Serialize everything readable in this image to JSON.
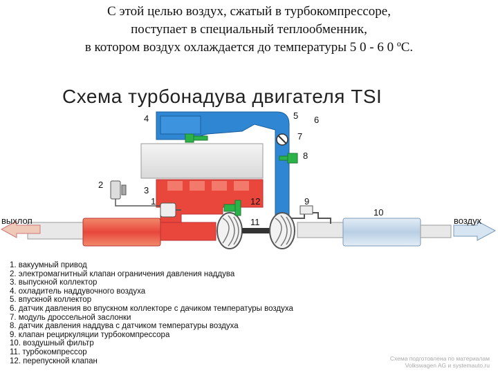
{
  "caption": {
    "line1": "С этой целью воздух, сжатый в турбокомпрессоре,",
    "line2": "поступает в специальный теплообменник,",
    "line3": "в котором воздух охлаждается до температуры 5 0 - 6 0 ºС."
  },
  "diagram": {
    "title": "Схема турбонадува двигателя TSI",
    "labels": {
      "exhaust": "выхлоп",
      "air": "воздух"
    },
    "numbers": [
      "1",
      "2",
      "3",
      "4",
      "5",
      "6",
      "7",
      "8",
      "9",
      "10",
      "11",
      "12"
    ],
    "colors": {
      "cold_air": "#2f86d2",
      "hot_exhaust": "#e9463c",
      "green_sensor": "#2bb34a",
      "filter": "#c6d9ea"
    }
  },
  "legend": [
    "1. вакуумный привод",
    "2. электромагнитный клапан ограничения давления наддува",
    "3. выпускной коллектор",
    "4. охладитель наддувочного воздуха",
    "5. впускной коллектор",
    "6. датчик давления во впускном коллекторе с дачиком температуры воздуха",
    "7. модуль дроссельной заслонки",
    "8. датчик давления наддува с датчиком температуры воздуха",
    "9. клапан рециркуляции турбокомпрессора",
    "10. воздушный фильтр",
    "11. турбокомпрессор",
    "12. перепускной клапан"
  ],
  "credit": {
    "line1": "Схема подготовлена по материалам",
    "line2": "Volkswagen AG и systemauto.ru"
  }
}
